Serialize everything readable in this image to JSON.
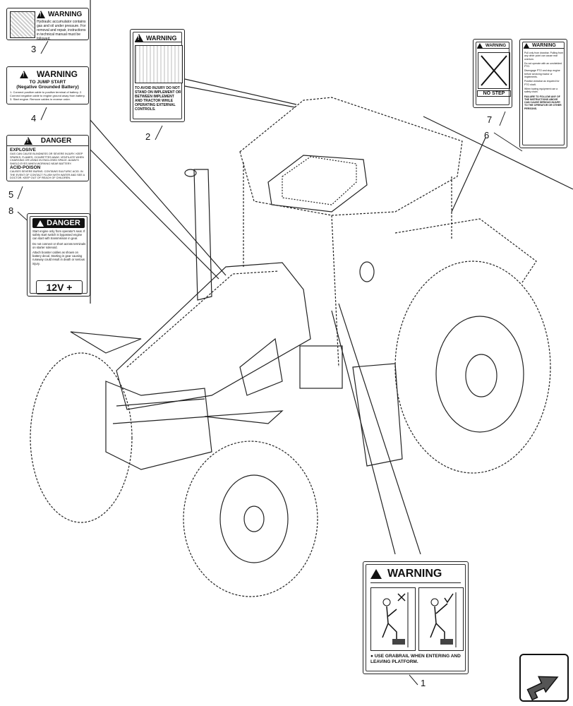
{
  "decals": {
    "d3": {
      "title": "WARNING",
      "text": "Hydraulic accumulator contains gas and oil under pressure. For removal and repair, instructions in technical manual must be followed."
    },
    "d4": {
      "title": "WARNING",
      "subtitle1": "TO JUMP START",
      "subtitle2": "(Negative Grounded Battery)",
      "text": "1. Connect positive cable to positive terminal of battery. 2. Connect negative cable to engine ground away from battery. 3. Start engine. Remove cables in reverse order."
    },
    "d5": {
      "title": "DANGER",
      "h1": "EXPLOSIVE",
      "t1": "GAS CAN CAUSE BLINDNESS OR SEVERE INJURY. KEEP SPARKS, FLAMES, CIGARETTES AWAY. VENTILATE WHEN CHARGING OR USING IN ENCLOSED SPACE. ALWAYS SHIELD EYES WHEN WORKING NEAR BATTERY.",
      "h2": "ACID-POISON",
      "t2": "CAUSES SEVERE BURNS. CONTAINS SULFURIC ACID. IN THE EVENT OF CONTACT FLUSH WITH WATER AND SEE A DOCTOR. KEEP OUT OF REACH OF CHILDREN."
    },
    "d8": {
      "title": "DANGER",
      "bullets": [
        "Start engine only from operator's seat. If safety start switch is bypassed engine can start with transmission in gear.",
        "Do not connect or short across terminals on starter solenoid.",
        "Attach booster cables as shown on battery decal. Starting in gear causing runaway could result in death or serious injury."
      ],
      "footer": "12V +"
    },
    "d2": {
      "title": "WARNING",
      "text": "TO AVOID INJURY DO NOT STAND ON IMPLEMENT OR BETWEEN IMPLEMENT AND TRACTOR WHILE OPERATING EXTERNAL CONTROLS."
    },
    "d7": {
      "title": "WARNING",
      "footer": "NO STEP"
    },
    "d6": {
      "title": "WARNING",
      "bullets": [
        "Pull only from drawbar. Pulling from any other point can cause rear overturn.",
        "Do not operate with an unshielded PTO.",
        "Disengage PTO and stop engine before servicing tractor or implements.",
        "Position drawbar as required for PTO shaft.",
        "When towing equipment use a safety chain."
      ],
      "footer": "FAILURE TO FOLLOW ANY OF THE INSTRUCTIONS ABOVE CAN CAUSE SERIOUS INJURY TO THE OPERATOR OR OTHER PERSONS."
    },
    "d1": {
      "title": "WARNING",
      "text": "USE GRABRAIL WHEN ENTERING AND LEAVING PLATFORM."
    }
  },
  "callouts": {
    "c1": "1",
    "c2": "2",
    "c3": "3",
    "c4": "4",
    "c5": "5",
    "c6": "6",
    "c7": "7",
    "c8": "8"
  },
  "icons": {
    "nav": "next-page-arrow-icon"
  }
}
